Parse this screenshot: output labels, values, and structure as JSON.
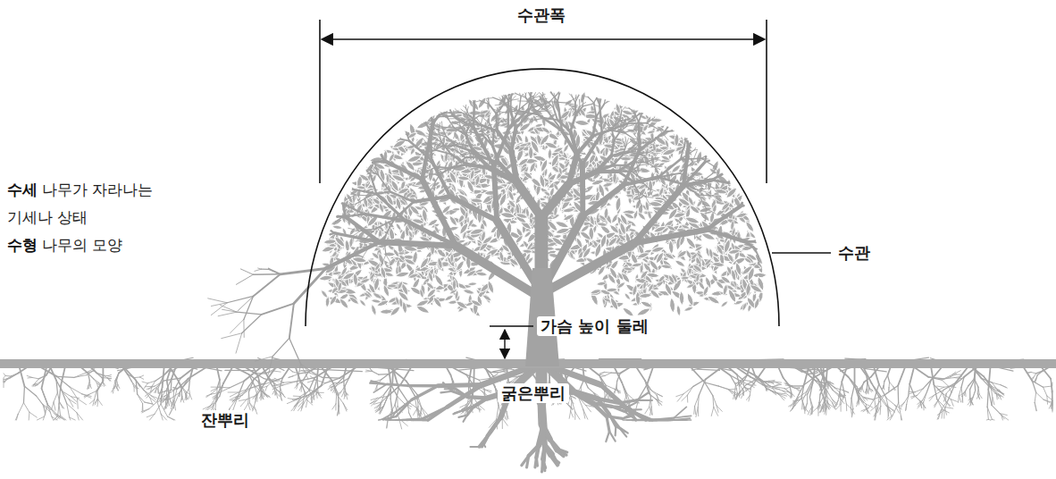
{
  "diagram": {
    "labels": [
      "수관폭",
      "수세",
      "나무가 자라나는 기세나 상태",
      "수형",
      "나무의 모양",
      "수관",
      "가슴 높이 둘레",
      "굵은뿌리",
      "잔뿌리"
    ]
  }
}
